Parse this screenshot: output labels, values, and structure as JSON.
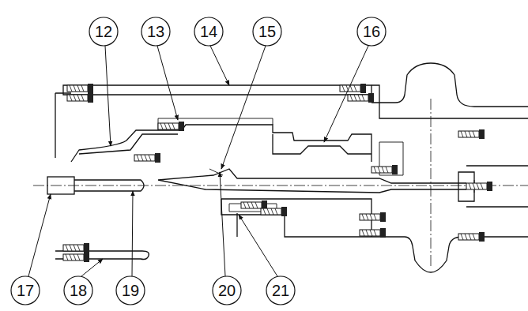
{
  "diagram": {
    "labels": [
      "12",
      "13",
      "14",
      "15",
      "16",
      "17",
      "18",
      "19",
      "20",
      "21"
    ]
  }
}
